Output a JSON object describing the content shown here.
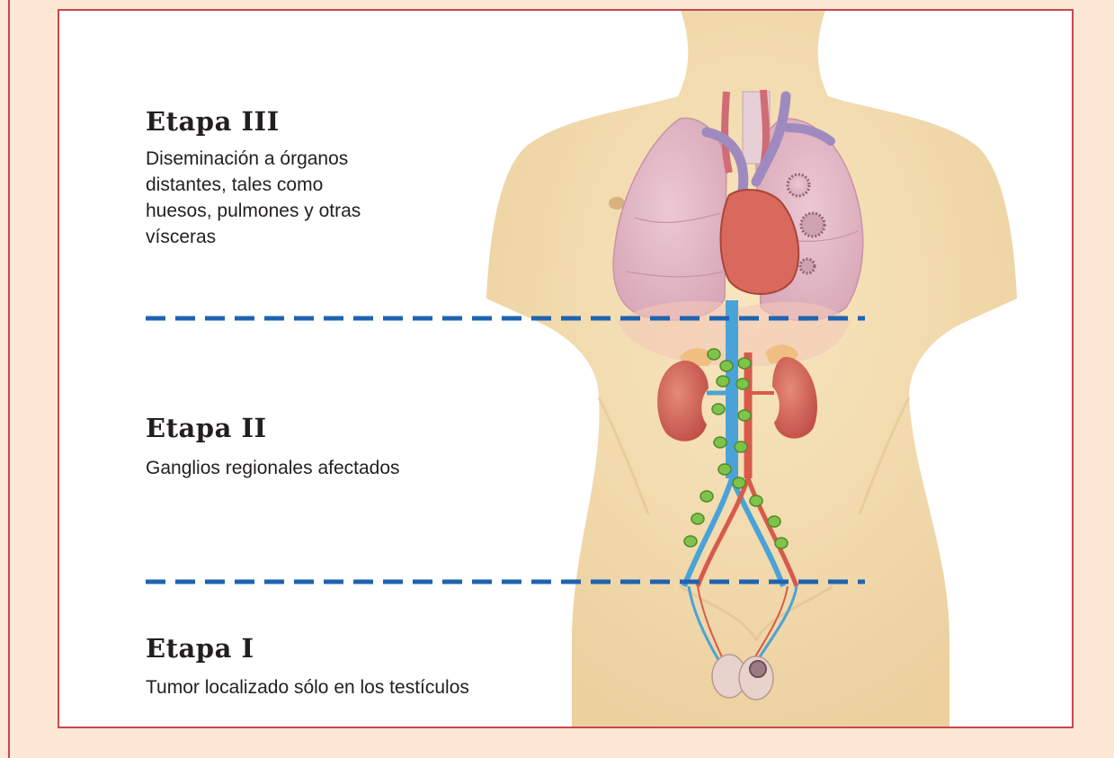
{
  "stages": [
    {
      "title": "Etapa III",
      "lines": [
        "Diseminación a órganos",
        "distantes, tales como",
        "huesos, pulmones y otras",
        "vísceras"
      ]
    },
    {
      "title": "Etapa II",
      "lines": [
        "Ganglios regionales afectados"
      ]
    },
    {
      "title": "Etapa I",
      "lines": [
        "Tumor localizado sólo en los testículos"
      ]
    }
  ],
  "colors": {
    "background": "#fce8d4",
    "frame": "#c8474f",
    "divider": "#1e63b0",
    "skin": "#f4dcae",
    "lung": "#e6bccb",
    "heart": "#d9695c",
    "kidney": "#cd5a52",
    "vessel_blue": "#4aa3d8",
    "lymph_node": "#7fc34a",
    "tumor": "#9d7a84"
  },
  "icons": {
    "illustration": "male-torso-anatomy-illustration"
  }
}
